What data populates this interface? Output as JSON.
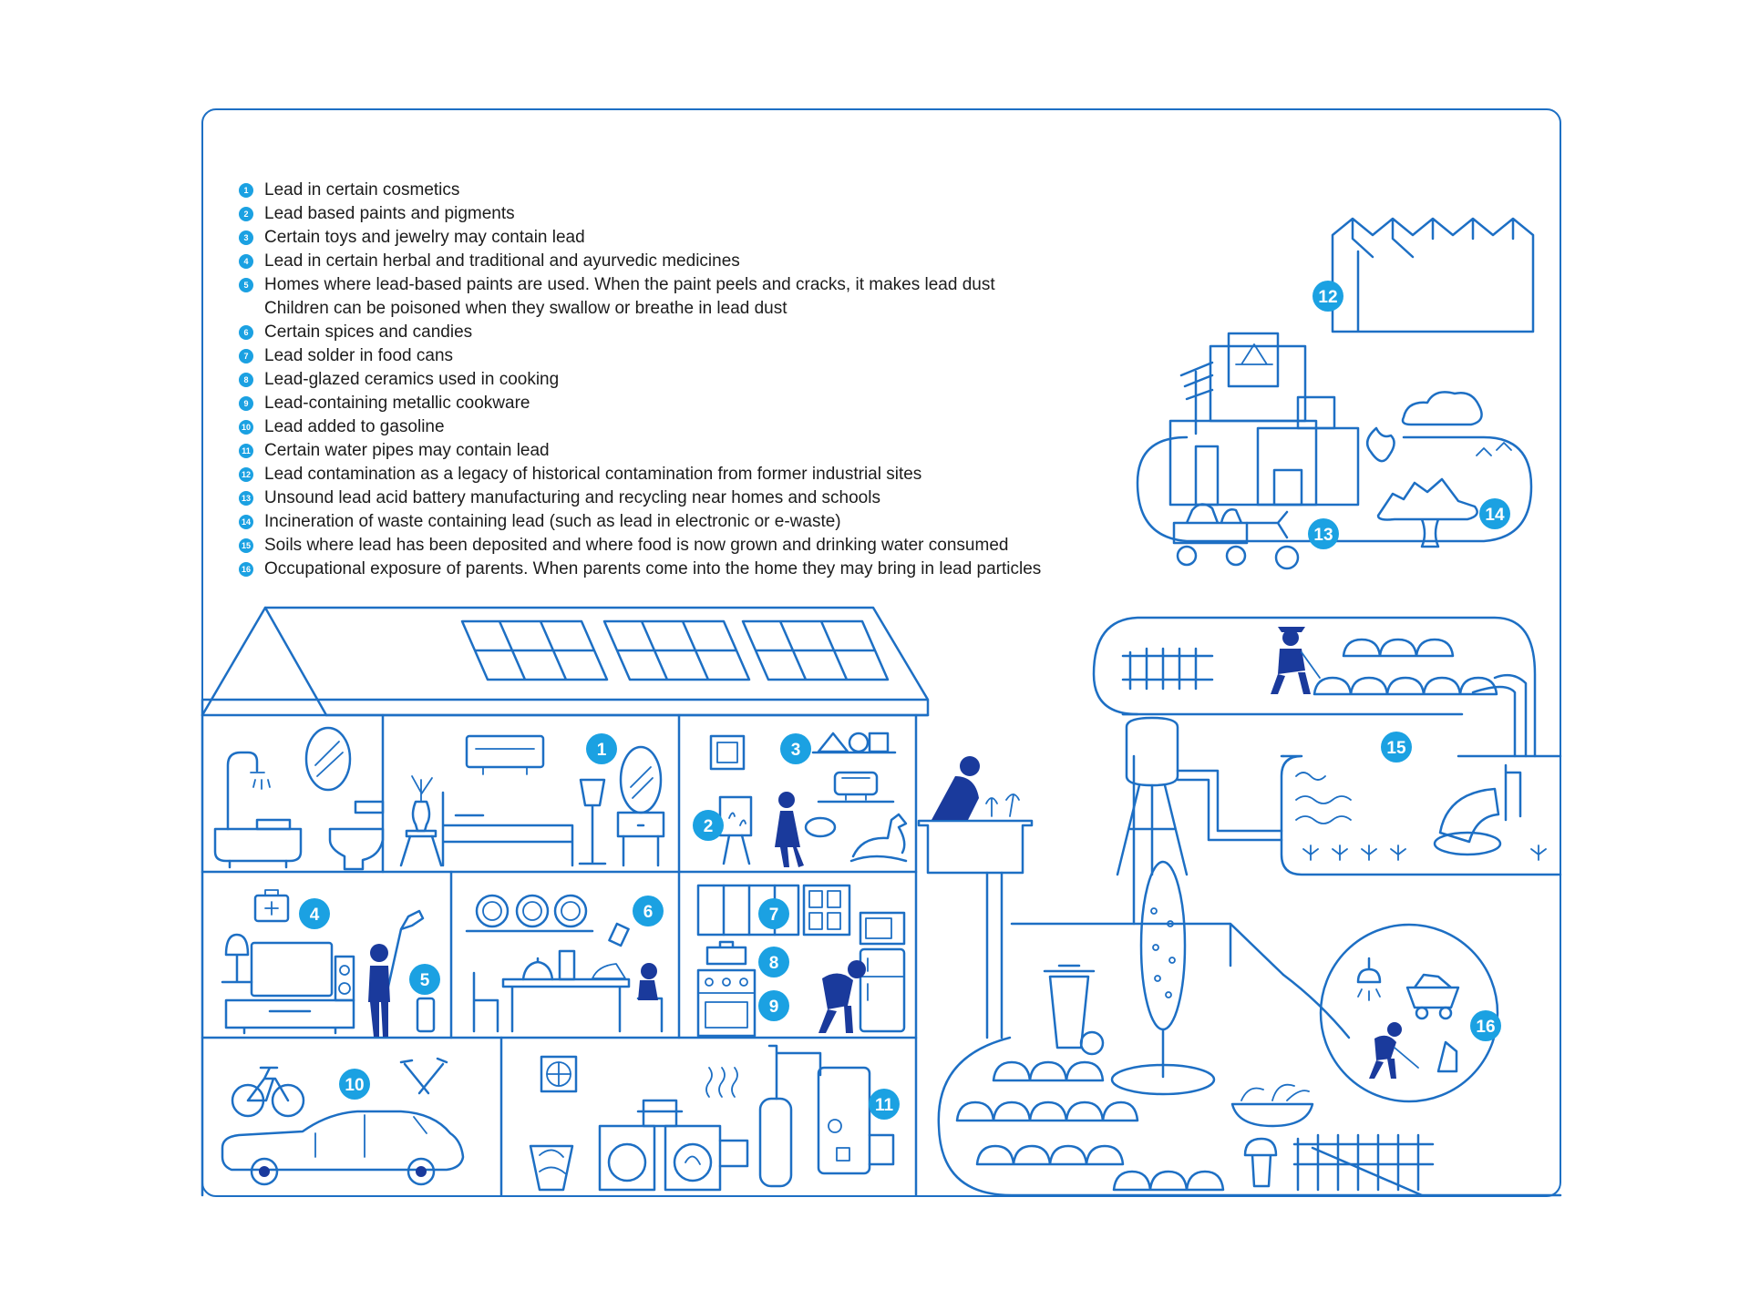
{
  "accent_color": "#1ba1e2",
  "line_color": "#1d6fc4",
  "figure_color": "#1a3a9c",
  "legend": [
    {
      "num": "1",
      "lines": [
        "Lead in certain cosmetics"
      ]
    },
    {
      "num": "2",
      "lines": [
        "Lead based paints and pigments"
      ]
    },
    {
      "num": "3",
      "lines": [
        "Certain toys and jewelry may contain lead"
      ]
    },
    {
      "num": "4",
      "lines": [
        "Lead in certain herbal and traditional and ayurvedic medicines"
      ]
    },
    {
      "num": "5",
      "lines": [
        "Homes where lead-based paints are used. When the paint peels and cracks, it makes lead dust",
        "Children can be poisoned when they swallow or breathe in lead dust"
      ]
    },
    {
      "num": "6",
      "lines": [
        "Certain spices and candies"
      ]
    },
    {
      "num": "7",
      "lines": [
        "Lead solder in food cans"
      ]
    },
    {
      "num": "8",
      "lines": [
        "Lead-glazed ceramics used in cooking"
      ]
    },
    {
      "num": "9",
      "lines": [
        "Lead-containing metallic cookware"
      ]
    },
    {
      "num": "10",
      "lines": [
        "Lead added to gasoline"
      ]
    },
    {
      "num": "11",
      "lines": [
        "Certain water pipes may contain lead"
      ]
    },
    {
      "num": "12",
      "lines": [
        "Lead contamination as a legacy of historical contamination from former industrial sites"
      ]
    },
    {
      "num": "13",
      "lines": [
        "Unsound lead acid battery manufacturing and recycling near homes and schools"
      ]
    },
    {
      "num": "14",
      "lines": [
        "Incineration of waste containing lead (such as lead in electronic or e-waste)"
      ]
    },
    {
      "num": "15",
      "lines": [
        "Soils where lead has been deposited and where food is now grown and drinking water consumed"
      ]
    },
    {
      "num": "16",
      "lines": [
        "Occupational exposure of parents. When parents come into the home they may bring in lead particles"
      ]
    }
  ],
  "badges": [
    {
      "id": "b1",
      "num": "1"
    },
    {
      "id": "b2",
      "num": "2"
    },
    {
      "id": "b3",
      "num": "3"
    },
    {
      "id": "b4",
      "num": "4"
    },
    {
      "id": "b5",
      "num": "5"
    },
    {
      "id": "b6",
      "num": "6"
    },
    {
      "id": "b7",
      "num": "7"
    },
    {
      "id": "b8",
      "num": "8"
    },
    {
      "id": "b9",
      "num": "9"
    },
    {
      "id": "b10",
      "num": "10"
    },
    {
      "id": "b11",
      "num": "11"
    },
    {
      "id": "b12",
      "num": "12"
    },
    {
      "id": "b13",
      "num": "13"
    },
    {
      "id": "b14",
      "num": "14"
    },
    {
      "id": "b15",
      "num": "15"
    },
    {
      "id": "b16",
      "num": "16"
    }
  ]
}
